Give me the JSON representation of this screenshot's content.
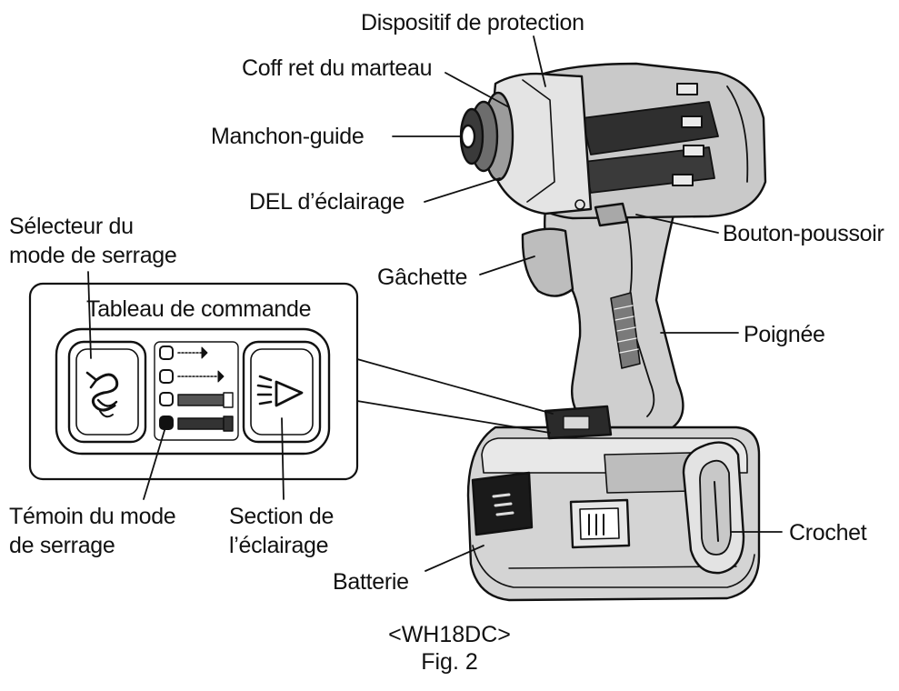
{
  "labels": {
    "dispositif": "Dispositif de protection",
    "coffret": "Coff ret du marteau",
    "manchon": "Manchon-guide",
    "del": "DEL d’éclairage",
    "selecteur_l1": "Sélecteur du",
    "selecteur_l2": "mode de serrage",
    "bouton": "Bouton-poussoir",
    "gachette": "Gâchette",
    "tableau": "Tableau de commande",
    "poignee": "Poignée",
    "temoin_l1": "Témoin du mode",
    "temoin_l2": "de serrage",
    "section_l1": "Section de",
    "section_l2": "l’éclairage",
    "crochet": "Crochet",
    "batterie": "Batterie"
  },
  "caption": {
    "model": "<WH18DC>",
    "figure": "Fig. 2"
  },
  "colors": {
    "ink": "#111111",
    "body_fill": "#d6d6d6",
    "dark_fill": "#333333",
    "mid_fill": "#9a9a9a"
  }
}
